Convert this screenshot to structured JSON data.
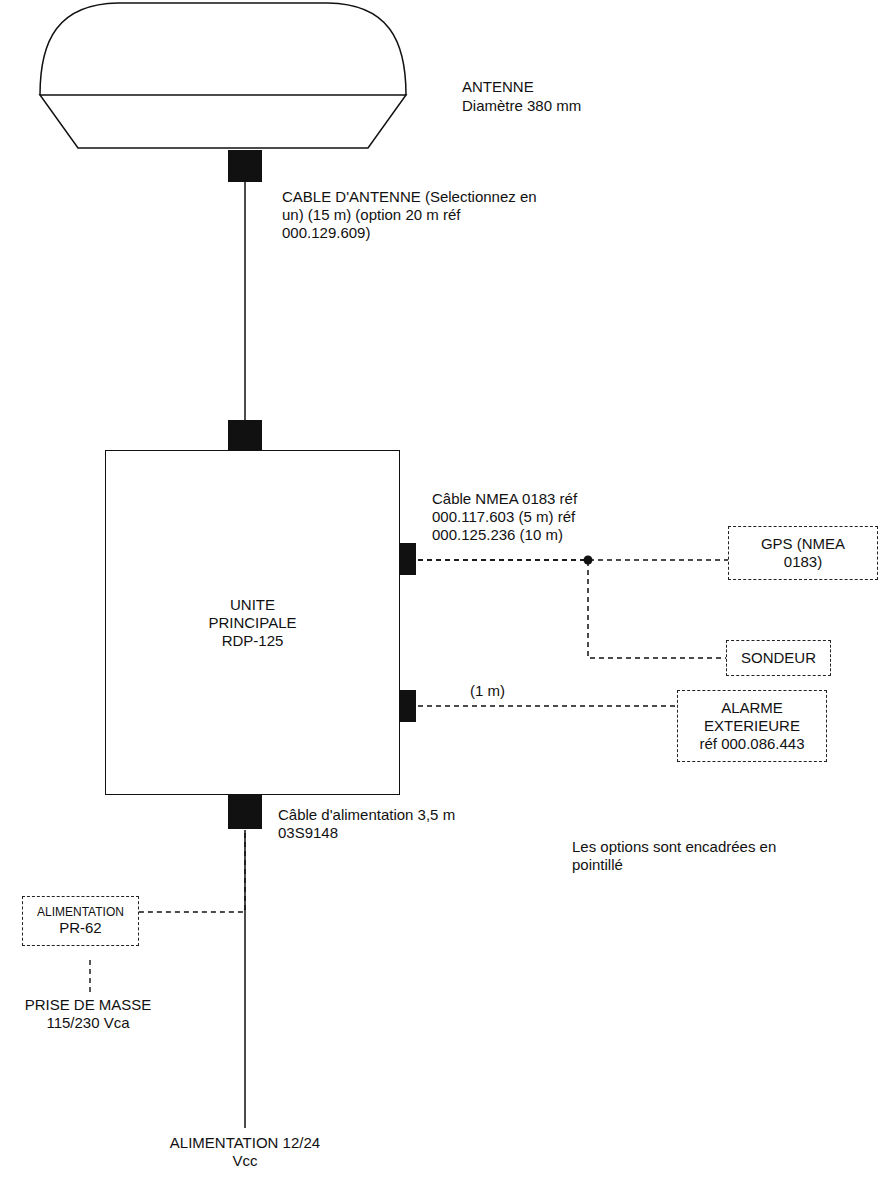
{
  "diagram": {
    "nodes": [
      {
        "text": [
          "ANTENNE",
          "Diamètre 380 mm"
        ]
      },
      {
        "text": [
          "UNITE PRINCIPALE",
          "RDP-125"
        ]
      },
      {
        "text": [
          "GPS (NMEA 0183)"
        ]
      },
      {
        "text": [
          "SONDEUR"
        ]
      },
      {
        "text": [
          "ALARME EXTERIEURE",
          "réf 000.086.443"
        ]
      },
      {
        "text": [
          "ALIMENTATION",
          "PR-62"
        ]
      }
    ],
    "edges": [
      {
        "from": 0,
        "to": 1,
        "arrow": "none",
        "label": "CABLE D'ANTENNE (Selectionnez en un) (15 m) (option 20 m réf 000.129.609)"
      },
      {
        "from": 1,
        "to": 2,
        "arrow": "none",
        "label": "Câble NMEA 0183 réf 000.117.603 (5 m) réf 000.125.236 (10 m)"
      },
      {
        "from": 1,
        "to": 3,
        "arrow": "none"
      },
      {
        "from": 1,
        "to": 4,
        "arrow": "none",
        "label": "(1 m)"
      },
      {
        "from": 5,
        "to": 1,
        "arrow": "none"
      }
    ],
    "labels": [
      "Câble d'alimentation 3,5 m 03S9148",
      "Les options sont encadrées en pointillé",
      "PRISE DE MASSE 115/230 Vca",
      "ALIMENTATION 12/24 Vcc"
    ]
  }
}
